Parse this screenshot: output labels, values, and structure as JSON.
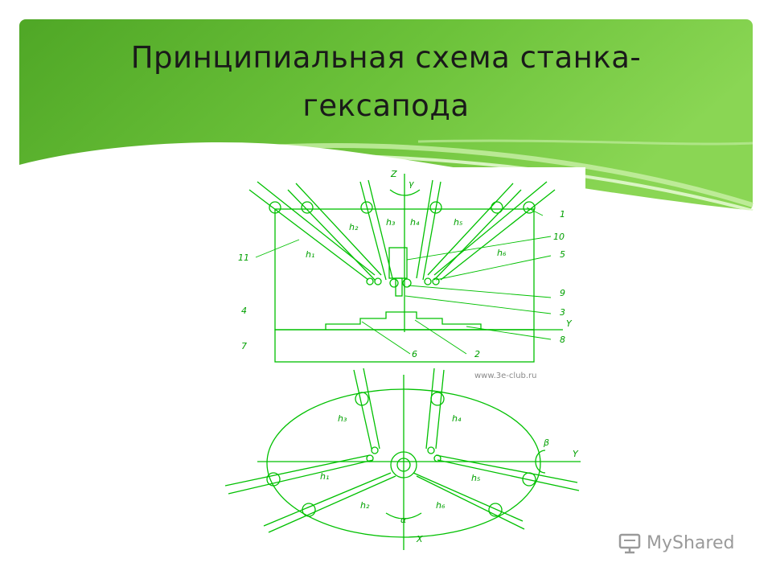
{
  "slide": {
    "title": "Принципиальная схема станка-гексапода"
  },
  "colors": {
    "header_green_dark": "#4fa726",
    "header_green_light": "#8ad654",
    "line_green": "#00c000"
  },
  "diagram": {
    "side_view_labels": {
      "z": "Z",
      "y": "Y",
      "gamma": "γ",
      "h1": "h₁",
      "h2": "h₂",
      "h3": "h₃",
      "h4": "h₄",
      "h5": "h₅",
      "h6": "h₆",
      "n1": "1",
      "n2": "2",
      "n3": "3",
      "n4": "4",
      "n5": "5",
      "n6": "6",
      "n7": "7",
      "n8": "8",
      "n9": "9",
      "n10": "10",
      "n11": "11"
    },
    "top_view_labels": {
      "x": "X",
      "y": "Y",
      "alpha": "α",
      "beta": "β",
      "h1": "h₁",
      "h2": "h₂",
      "h3": "h₃",
      "h4": "h₄",
      "h5": "h₅",
      "h6": "h₆"
    },
    "site_mark": "www.3e-club.ru"
  },
  "watermark": {
    "icon": "myshared-logo-icon",
    "brand": "MyShared"
  }
}
